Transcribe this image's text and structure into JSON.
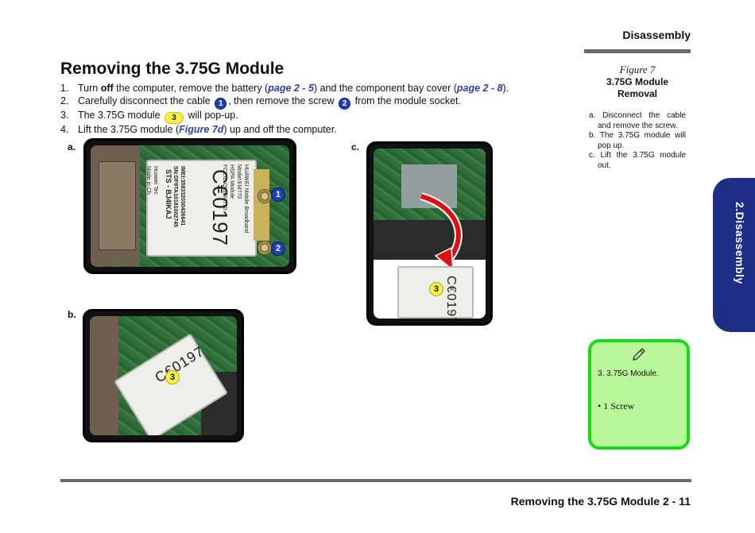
{
  "header": {
    "section": "Disassembly"
  },
  "title": "Removing the 3.75G Module",
  "steps": [
    {
      "num": "1.",
      "a": "Turn ",
      "bold": "off",
      "b": " the computer, remove the battery (",
      "link1": "page 2 - 5",
      "c": ") and the component bay cover (",
      "link2": "page 2 - 8",
      "d": ")."
    },
    {
      "num": "2.",
      "a": "Carefully disconnect the cable ",
      "badge1": "1",
      "b": ", then remove the screw ",
      "badge2": "2",
      "c": " from the module socket."
    },
    {
      "num": "3.",
      "a": "The 3.75G module ",
      "badge": "3",
      "b": " will pop-up."
    },
    {
      "num": "4.",
      "a": "Lift the 3.75G module (",
      "link": "Figure 7d",
      "b": ") up and off the computer."
    }
  ],
  "figures": {
    "a": {
      "label": "a.",
      "pins": [
        "1",
        "2"
      ]
    },
    "b": {
      "label": "b.",
      "pin": "3"
    },
    "c": {
      "label": "c.",
      "pin": "3"
    }
  },
  "module_label": {
    "line1": "HUAWEI Mobile Broadband",
    "line2": "Model:EM770",
    "line3": "HSPA Module",
    "line4": "FCCID:QISEM770",
    "ce": "C€0197",
    "imei": "IMEI:358332030426641",
    "sn": "SN:DF9TA10181002745",
    "sts": "STS - BJ4IKAJ",
    "maker": "Huawei Tec",
    "made": "Made in Ch"
  },
  "caption": {
    "figure": "Figure 7",
    "title_line1": "3.75G Module",
    "title_line2": "Removal",
    "items": [
      "a. Disconnect the cable and remove the screw.",
      "b. The 3.75G module will pop up.",
      "c. Lift the 3.75G module out."
    ]
  },
  "side_tab": "2.Disassembly",
  "note": {
    "icon": "pencil-icon",
    "line1": "3.   3.75G Module.",
    "line2": "•    1 Screw"
  },
  "footer": "Removing the 3.75G Module 2 - 11",
  "colors": {
    "side_tab": "#1e2d86",
    "note_bg": "#b9f79a",
    "note_border": "#18d918",
    "link": "#2d3ea6",
    "badge_blue": "#1f3fb8",
    "badge_yellow": "#f6f04a"
  }
}
